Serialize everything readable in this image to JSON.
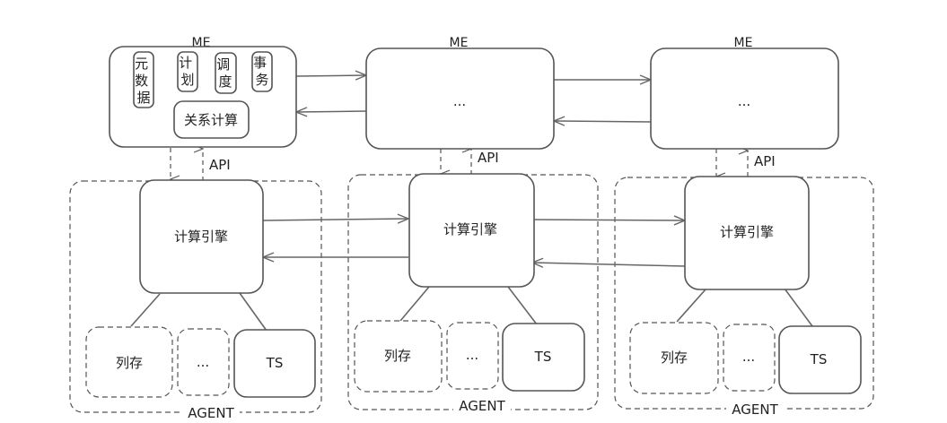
{
  "diagram": {
    "me_nodes": [
      {
        "title": "ME",
        "modules": [
          "元\n数\n据",
          "计\n划",
          "调\n度",
          "事\n务"
        ],
        "sub_module": "关系计算",
        "content": ""
      },
      {
        "title": "ME",
        "modules": [],
        "sub_module": "",
        "content": "..."
      },
      {
        "title": "ME",
        "modules": [],
        "sub_module": "",
        "content": "..."
      }
    ],
    "api_label": "API",
    "agents": [
      {
        "label": "AGENT",
        "engine": "计算引擎",
        "storages": [
          "列存",
          "...",
          "TS"
        ]
      },
      {
        "label": "AGENT",
        "engine": "计算引擎",
        "storages": [
          "列存",
          "...",
          "TS"
        ]
      },
      {
        "label": "AGENT",
        "engine": "计算引擎",
        "storages": [
          "列存",
          "...",
          "TS"
        ]
      }
    ],
    "edges": [
      {
        "from": "ME-1",
        "to": "ME-2",
        "type": "bidirectional"
      },
      {
        "from": "ME-2",
        "to": "ME-3",
        "type": "bidirectional"
      },
      {
        "from": "engine-1",
        "to": "engine-2",
        "type": "bidirectional"
      },
      {
        "from": "engine-2",
        "to": "engine-3",
        "type": "bidirectional"
      },
      {
        "from": "ME",
        "to": "engine",
        "type": "dashed-down"
      },
      {
        "from": "engine",
        "to": "ME",
        "type": "dashed-up",
        "label": "API"
      },
      {
        "from": "engine",
        "to": "列存",
        "type": "line"
      },
      {
        "from": "engine",
        "to": "TS",
        "type": "line"
      }
    ]
  }
}
